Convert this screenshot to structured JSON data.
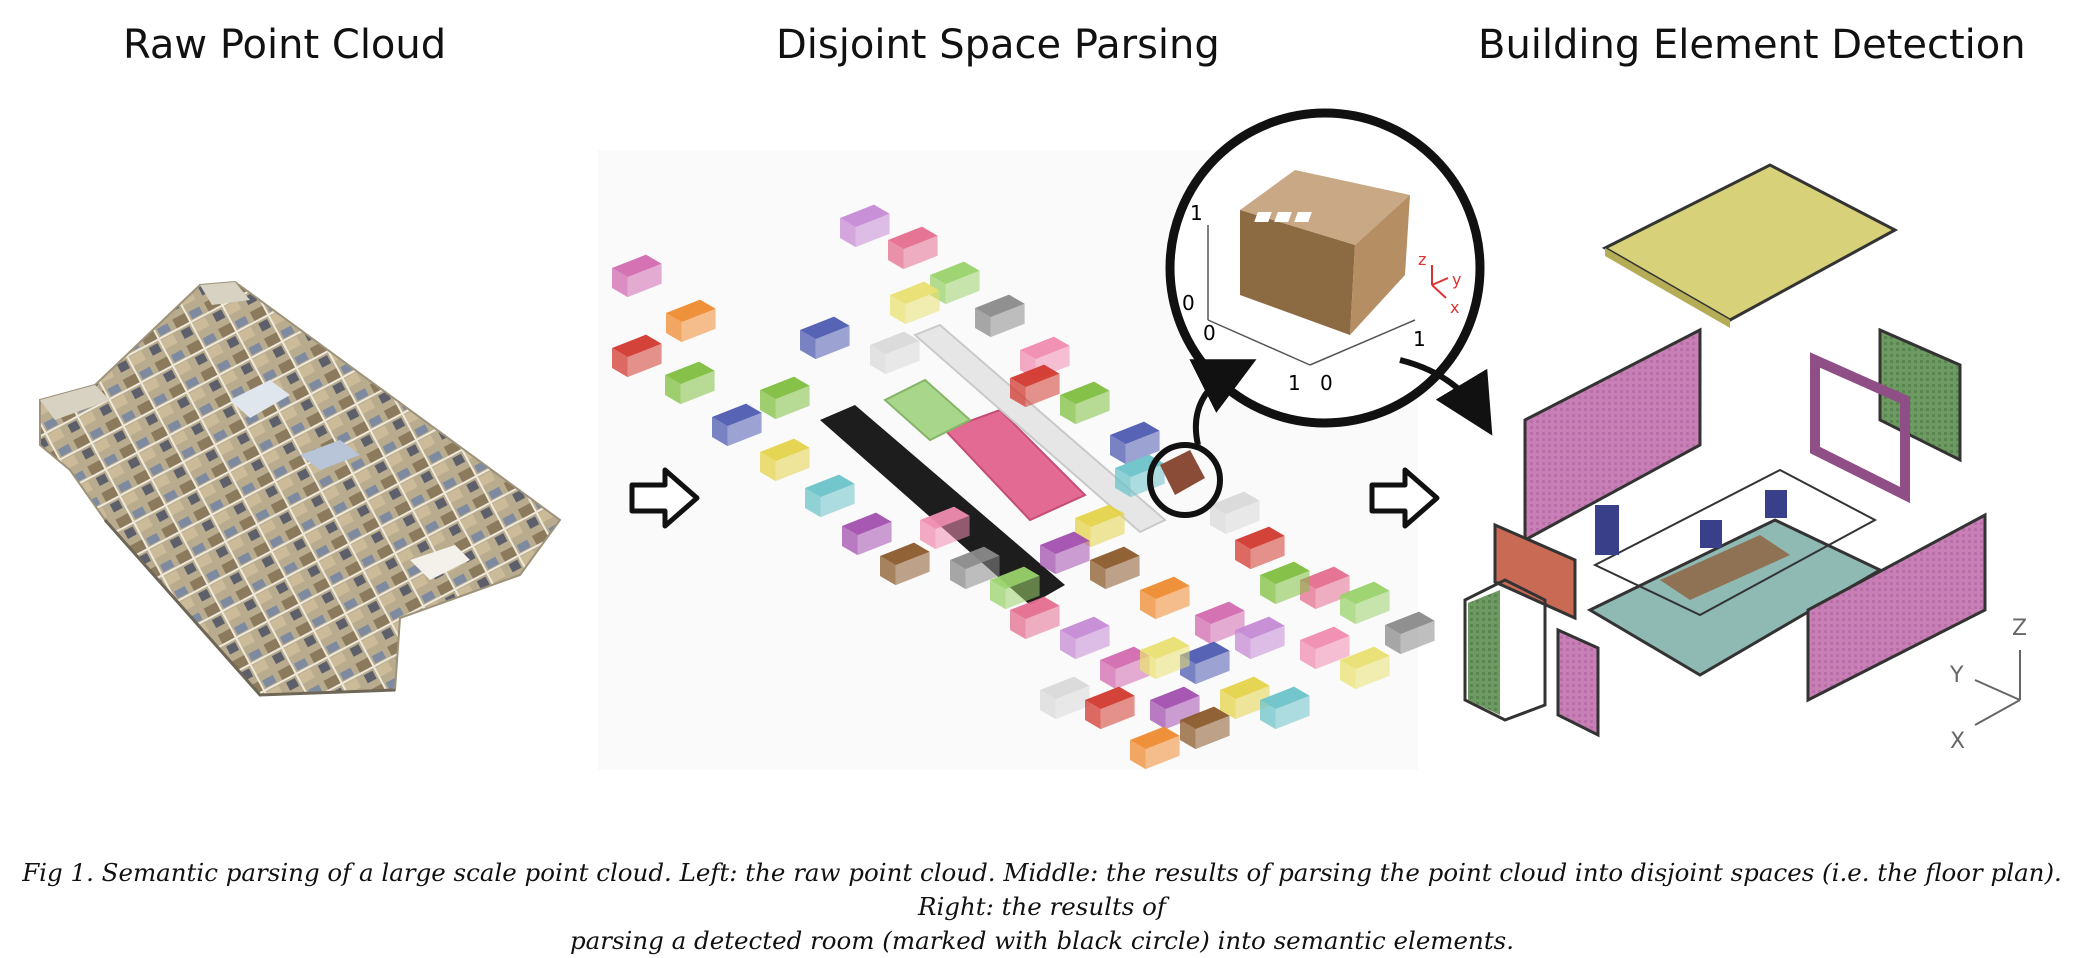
{
  "titles": {
    "left": "Raw Point Cloud",
    "middle": "Disjoint Space Parsing",
    "right": "Building Element Detection"
  },
  "inset_axes": {
    "z_top": "1",
    "z_bottom": "0",
    "x_left": "0",
    "x_right": "1",
    "y_left": "1",
    "y_right": "0"
  },
  "inset_triad": {
    "z": "z",
    "y": "y",
    "x": "x"
  },
  "right_triad": {
    "z": "Z",
    "y": "Y",
    "x": "X"
  },
  "caption": {
    "line1": "Fig 1. Semantic parsing of a large scale point cloud. Left: the raw point cloud. Middle: the results of parsing the point cloud into disjoint spaces (i.e. the floor plan). Right: the results of",
    "line2": "parsing a detected room (marked with black circle) into semantic elements."
  },
  "colors": {
    "room_palette": [
      "#d2392f",
      "#7fbf3f",
      "#4e5bb0",
      "#e4d34a",
      "#6cc3c9",
      "#a24fae",
      "#8b5a2b",
      "#ee8a2f",
      "#d26ab0",
      "#c58ad4",
      "#e46d8f",
      "#9ad26a",
      "#8a8a8a",
      "#f08cb0",
      "#e9e071",
      "#d9d9d9"
    ],
    "wall_magenta": "#c47bb4",
    "ceiling_yellow": "#d8d27a",
    "wall_green": "#6f9b62"
  }
}
